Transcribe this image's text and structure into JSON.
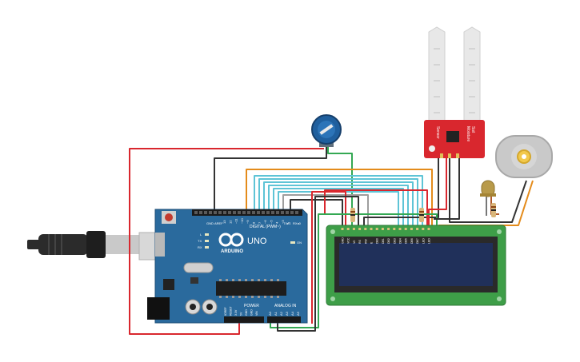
{
  "arduino": {
    "brand": "ARDUINO",
    "model": "UNO",
    "digital_header": "DIGITAL (PWM~)",
    "power_header": "POWER",
    "analog_header": "ANALOG IN",
    "on_label": "ON",
    "tx_label": "TX",
    "rx_label": "RX",
    "l_label": "L",
    "aref_label": "AREF",
    "gnd_label": "GND",
    "tx1_label": "TX▸1",
    "rx0_label": "RX◂0",
    "digital_pins": [
      "13",
      "12",
      "~11",
      "~10",
      "~9",
      "8",
      "7",
      "~6",
      "~5",
      "4",
      "~3",
      "2"
    ],
    "power_pins": [
      "IOREF",
      "RESET",
      "3.3V",
      "5V",
      "GND",
      "GND",
      "VIN"
    ],
    "analog_pins": [
      "A0",
      "A1",
      "A2",
      "A3",
      "A4",
      "A5"
    ]
  },
  "soil_sensor": {
    "label_line1": "Soil",
    "label_line2": "Moisture",
    "label_line3": "Sensor"
  },
  "lcd": {
    "pins": [
      "GND",
      "VCC",
      "V0",
      "RS",
      "RW",
      "E",
      "DB0",
      "DB1",
      "DB2",
      "DB3",
      "DB4",
      "DB5",
      "DB6",
      "DB7",
      "LED",
      "LED"
    ]
  },
  "colors": {
    "board": "#2a6a9d",
    "wire_red": "#d9272e",
    "wire_black": "#333333",
    "wire_green": "#34a853",
    "wire_orange": "#e48b1b",
    "wire_cyan": "#5ec4d6",
    "wire_gray": "#9e9e9e",
    "sensor_red": "#d9272e",
    "lcd_pcb": "#3e9e48",
    "lcd_screen": "#20305a"
  },
  "icons": [
    "usb-plug-icon",
    "potentiometer-icon",
    "dc-motor-icon",
    "led-icon"
  ]
}
